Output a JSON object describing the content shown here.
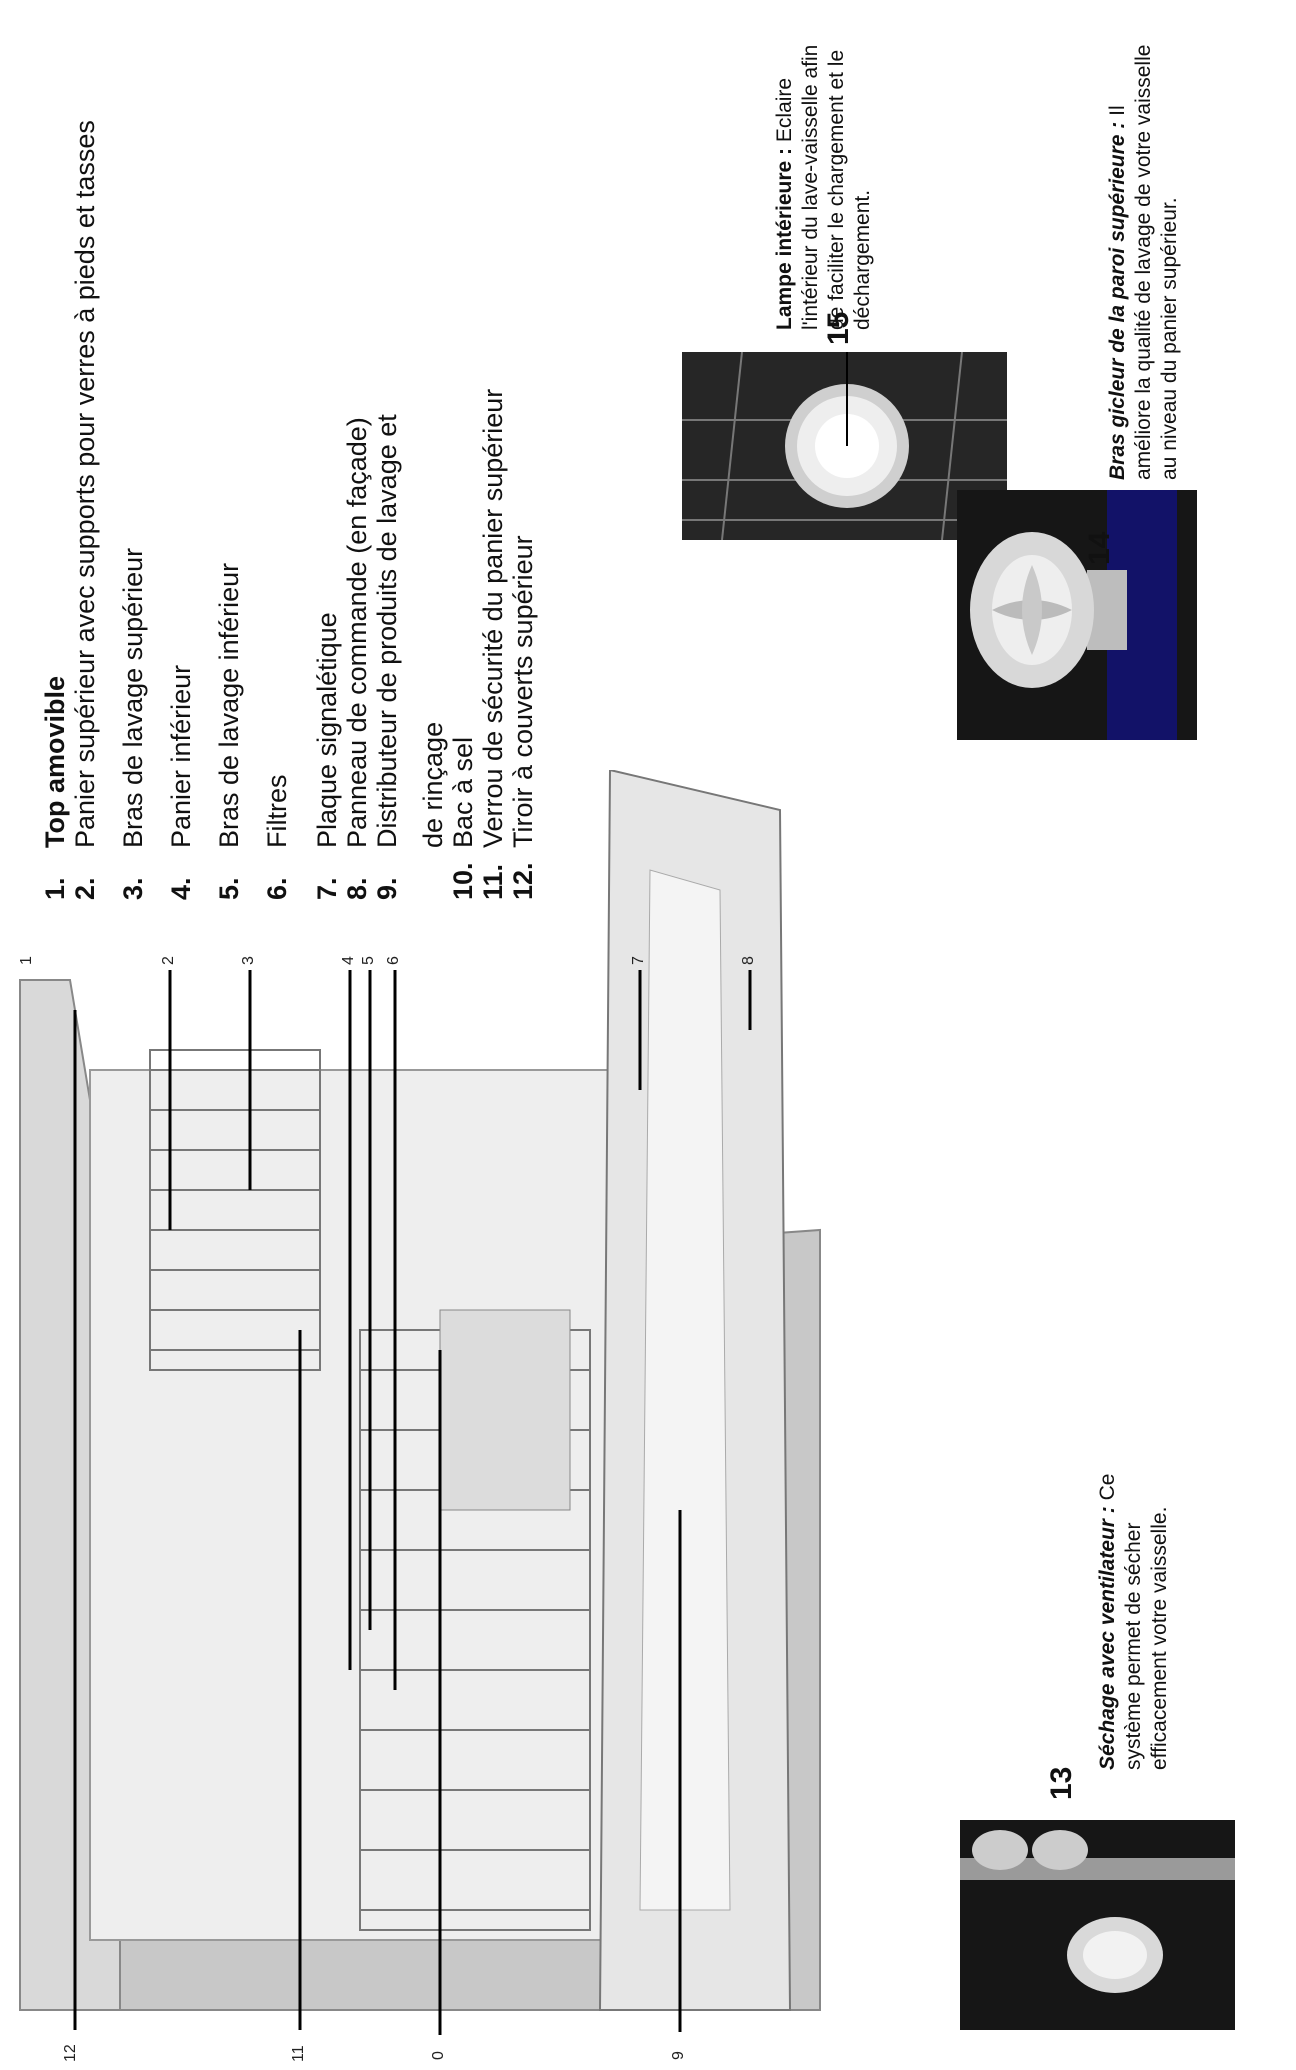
{
  "parts": [
    {
      "num": "1.",
      "label": "Top amovible"
    },
    {
      "num": "2.",
      "label": "Panier supérieur avec supports pour verres à pieds et tasses"
    },
    {
      "num": "3.",
      "label": "Bras de lavage supérieur"
    },
    {
      "num": "4.",
      "label": "Panier inférieur"
    },
    {
      "num": "5.",
      "label": "Bras de lavage inférieur"
    },
    {
      "num": "6.",
      "label": "Filtres"
    },
    {
      "num": "7.",
      "label": "Plaque signalétique"
    },
    {
      "num": "8.",
      "label": "Panneau de commande (en façade)"
    },
    {
      "num": "9.",
      "label": "Distributeur de produits de lavage et"
    },
    {
      "num": "",
      "label": "de rinçage"
    },
    {
      "num": "10.",
      "label": "Bac à sel"
    },
    {
      "num": "11.",
      "label": "Verrou de sécurité du panier supérieur"
    },
    {
      "num": "12.",
      "label": "Tiroir à couverts supérieur"
    }
  ],
  "diagram_labels": [
    "1",
    "2",
    "3",
    "4",
    "5",
    "6",
    "7",
    "8",
    "9",
    "0",
    "11",
    "12"
  ],
  "features": {
    "f13": {
      "number": "13",
      "title": "Séchage avec ventilateur :",
      "text": "Ce système permet de sécher efficacement votre vaisselle."
    },
    "f14": {
      "number": "14",
      "title": "Bras gicleur de la paroi supérieure :",
      "text": "Il améliore la qualité de lavage de votre vaisselle au niveau du panier supérieur."
    },
    "f15": {
      "number": "15",
      "title": "Lampe intérieure :",
      "text": "Eclaire l'intérieur du lave-vaisselle afin de faciliter le chargement et le déchargement."
    }
  }
}
